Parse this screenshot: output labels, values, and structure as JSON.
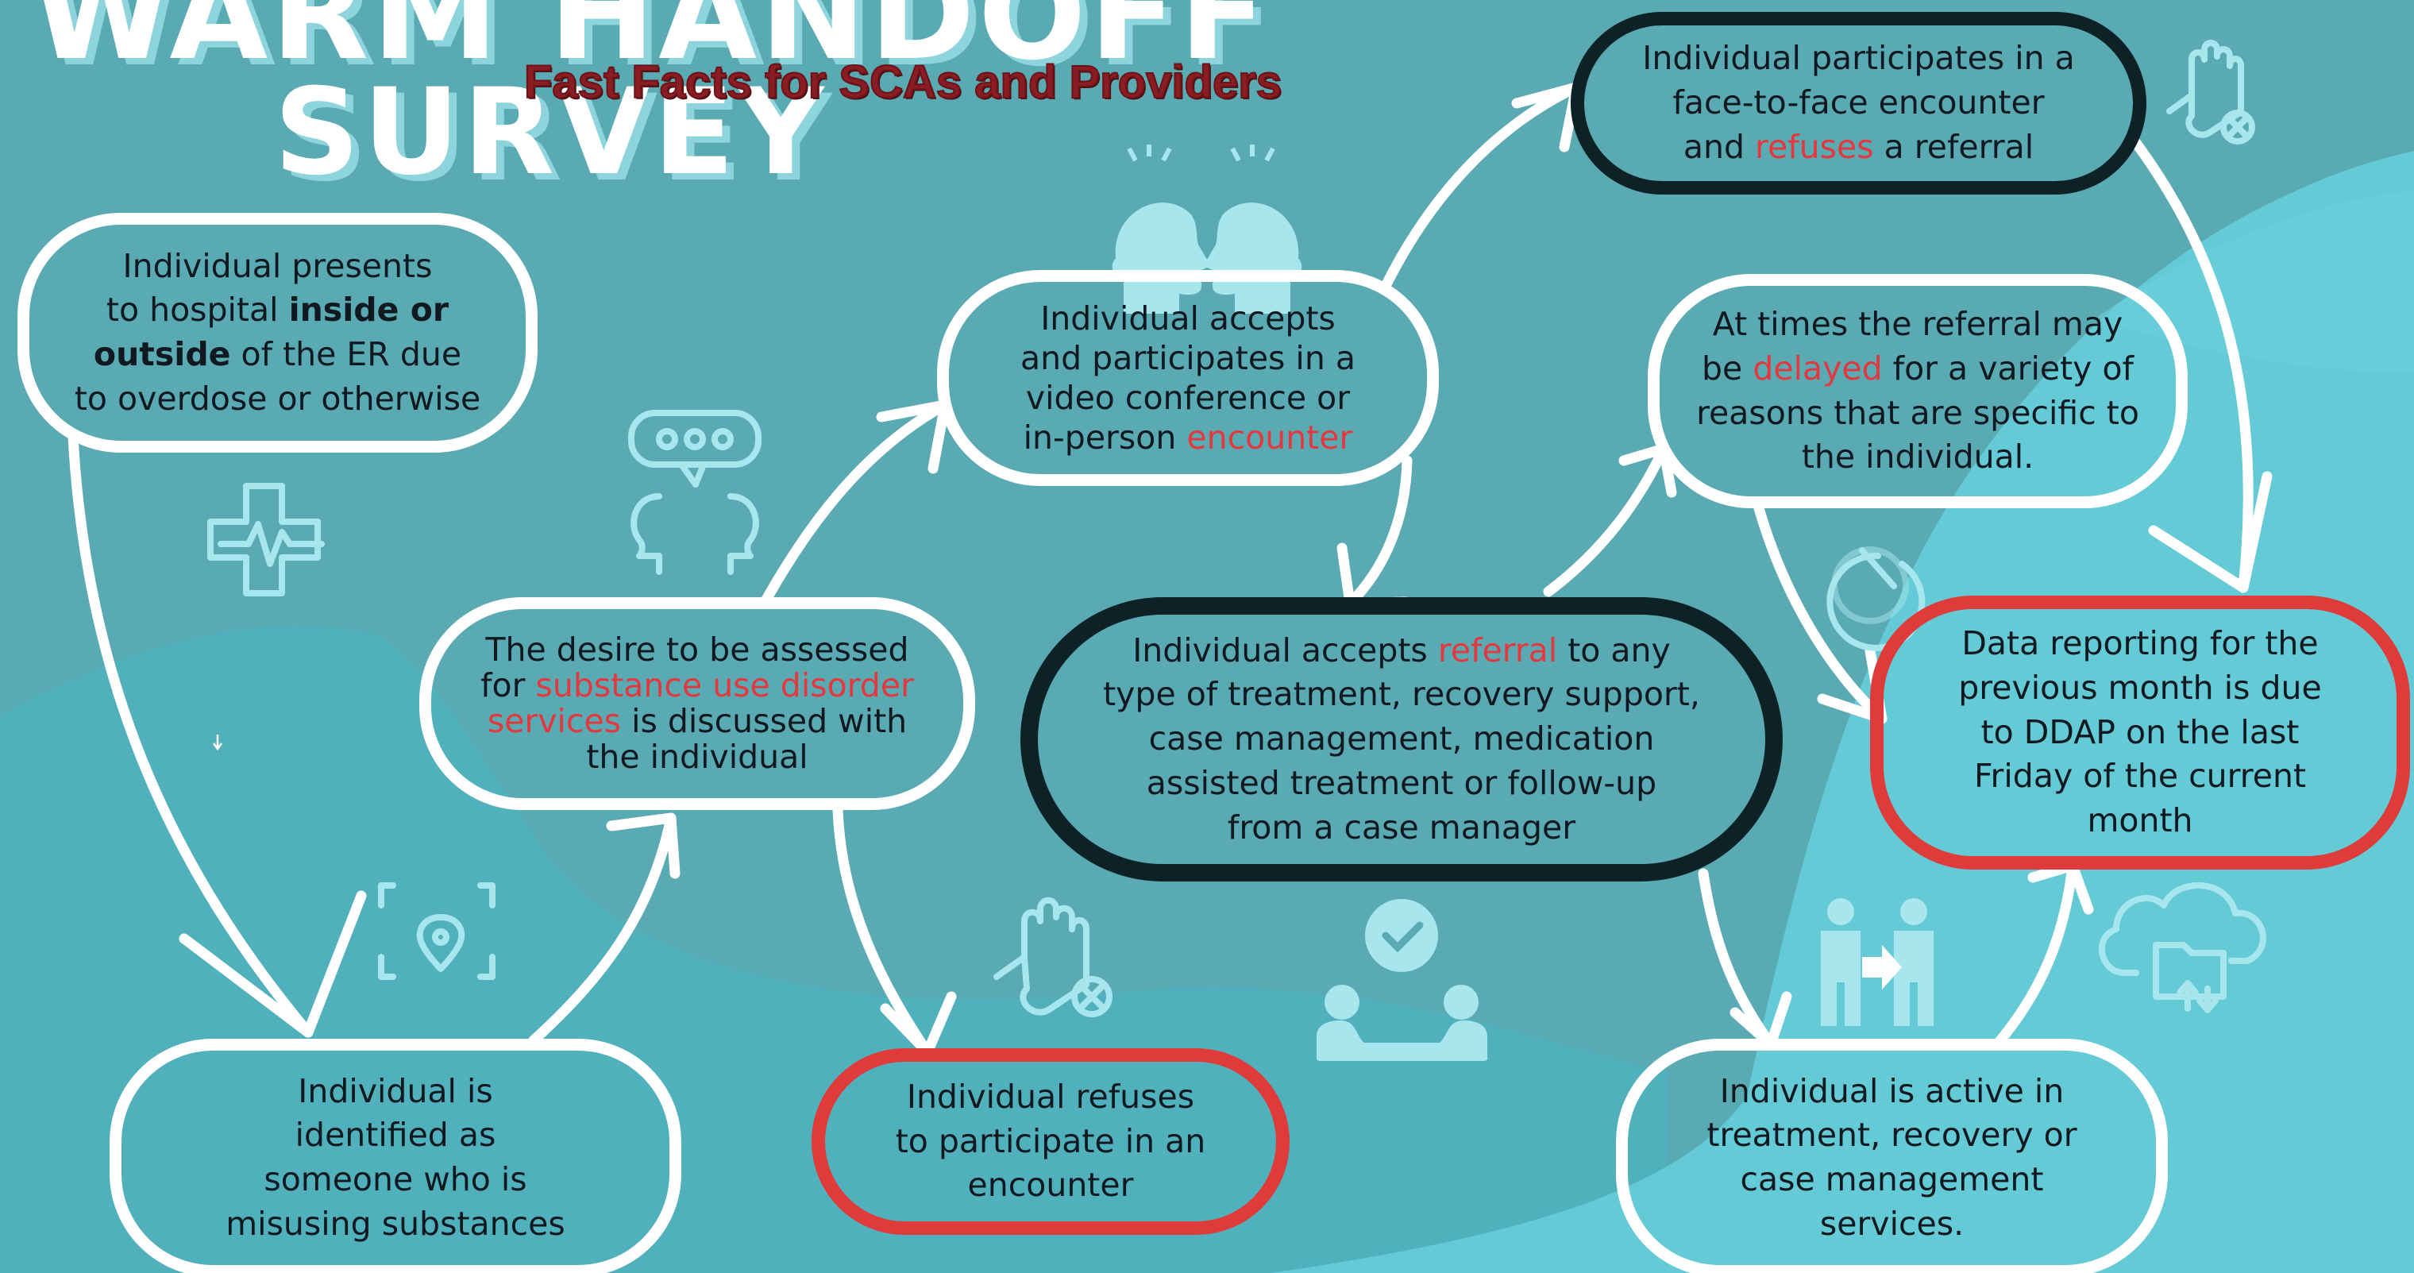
{
  "title": {
    "line1": "WARM HANDOFF",
    "line2": "SURVEY",
    "subtitle": "Fast Facts for SCAs and Providers"
  },
  "nodes": {
    "presents": {
      "l1": "Individual presents",
      "l2a": "to hospital ",
      "l2b": "inside or",
      "l3a": "outside",
      "l3b": " of the ER due",
      "l4": "to overdose or otherwise"
    },
    "identified": {
      "l1": "Individual is",
      "l2": "identified as",
      "l3": "someone who is",
      "l4": "misusing substances"
    },
    "desire": {
      "l1": "The desire to be assessed",
      "l2a": "for ",
      "l2b": "substance use disorder",
      "l3a": "services",
      "l3b": " is discussed with",
      "l4": "the individual"
    },
    "accepts_participates": {
      "l1": "Individual accepts",
      "l2": "and participates in a",
      "l3": "video conference or",
      "l4a": "in-person ",
      "l4b": "encounter"
    },
    "refuses_participate": {
      "l1": "Individual refuses",
      "l2": "to participate in an",
      "l3": "encounter"
    },
    "face_to_face": {
      "l1": "Individual participates in a",
      "l2": "face-to-face encounter",
      "l3a": "and ",
      "l3b": "refuses",
      "l3c": " a referral"
    },
    "accepts_referral": {
      "l1a": "Individual accepts ",
      "l1b": "referral",
      "l1c": " to any",
      "l2": "type of treatment, recovery support,",
      "l3": "case management, medication",
      "l4": "assisted treatment or follow-up",
      "l5": "from a case manager"
    },
    "delayed": {
      "l1": "At times the referral may",
      "l2a": "be ",
      "l2b": "delayed",
      "l2c": " for a variety of",
      "l3": "reasons that are specific to",
      "l4": "the individual."
    },
    "data_reporting": {
      "l1": "Data reporting for the",
      "l2": "previous month is due",
      "l3": "to DDAP on the last",
      "l4": "Friday of the current",
      "l5": "month"
    },
    "active": {
      "l1": "Individual is active in",
      "l2": "treatment, recovery or",
      "l3": "case management",
      "l4": "services."
    }
  },
  "icons": [
    "medical-cross-heartbeat-icon",
    "chat-people-icon",
    "location-target-icon",
    "two-heads-talking-icon",
    "hand-refuse-icon",
    "checkmark-meeting-icon",
    "hand-refuse-icon",
    "gauge-timer-icon",
    "handoff-people-icon",
    "cloud-folder-icon",
    "cursor-icon"
  ],
  "colors": {
    "background": "#5aaab3",
    "highlight_red": "#e3383d",
    "dark_border": "#0d2226",
    "subtitle": "#8a1d23",
    "icon": "#a8e6ee"
  }
}
